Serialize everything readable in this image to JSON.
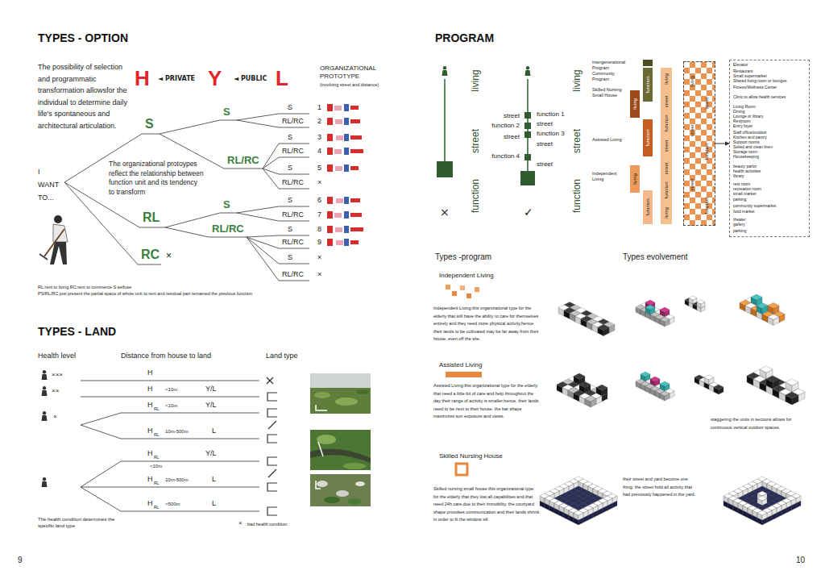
{
  "diagram": {
    "nodes": [
      {
        "text": [
          "function"
        ]
      },
      {
        "text": [
          "living"
        ]
      },
      {
        "text": [
          "function"
        ]
      },
      {
        "text": [
          "living"
        ]
      },
      {
        "text": [
          "function"
        ]
      },
      {
        "text": [
          "living",
          "street",
          "function",
          "street",
          "street",
          "function",
          "living"
        ]
      },
      {
        "text": [
          "living",
          "street",
          "street",
          "function",
          "street",
          "function"
        ]
      },
      {
        "text": [
          "Elevator",
          "Restaurant",
          "Small supermarket",
          "Shared living room or lounges",
          "Fitness/Wellness Center",
          "Clinic to allow health services",
          "Living Room",
          "Dining",
          "Lounge or library",
          "Restroom",
          "Entry foyer",
          "Staff office/outdoor",
          "Kitchen and pantry",
          "Support rooms",
          "Soiled and clean linen",
          "Storage room",
          "Housekeeping",
          "beauty parlor",
          "health activities",
          "library",
          "rest room",
          "recreation room",
          "small market",
          "parking",
          "community supermarket",
          "food market",
          "theater",
          "gallery",
          "parking"
        ]
      }
    ],
    "edges": [
      {
        "from": 6,
        "to": 7,
        "arrow": "to"
      }
    ],
    "labels": [
      "TYPES - OPTION",
      "The possibility of selection and programmatic transformation allowsfor the individual to determine daily life's spontaneous and architectural articulation.",
      "H",
      "◄ PRIVATE",
      "Y",
      "◄ PUBLIC",
      "L",
      "ORGANIZATIONAL PROTOTYPE",
      "(involving street and distance)",
      "I WANT TO...",
      "S",
      "The organizational protoypes reflect the relationship between function unit and its tendency to transform",
      "RL",
      "RC",
      "×",
      "S",
      "RL/RC",
      "S",
      "RL/RC",
      "S",
      "1",
      "RL/RC",
      "2",
      "S",
      "3",
      "RL/RC",
      "4",
      "S",
      "5",
      "RL/RC",
      "×",
      "S",
      "6",
      "RL/RC",
      "7",
      "S",
      "8",
      "RL/RC",
      "9",
      "S",
      "×",
      "RL/RC",
      "×",
      "RL:rent to living RC:rent to commerce S:selfuse",
      "PS/RL/RC just present the partial space of whole unit to rent and residual part remained the previous function",
      "TYPES - LAND",
      "Health level",
      "Distance from house to land",
      "Land type",
      "×××",
      "××",
      "×",
      "H",
      "H",
      "<10m",
      "Y/L",
      "H",
      "RL",
      "<10m",
      "Y/L",
      "H",
      "RL",
      "10m-500m",
      "L",
      "H",
      "RL",
      "<10m",
      "Y/L",
      "H",
      "RL",
      "10m-500m",
      "L",
      "H",
      "RL",
      ">500m",
      "L",
      "The health condition determines the specific land type",
      "×",
      ": bad health condition",
      "9",
      "10",
      "PROGRAM",
      "living",
      "street",
      "function",
      "×",
      "living",
      "street",
      "function 1",
      "function 2",
      "street",
      "street",
      "function 3",
      "street",
      "function 4",
      "street",
      "street",
      "function",
      "✓",
      "Intergenerational Program",
      "Community Program",
      "Skilled Nursing Small House",
      "Assisted Living",
      "Independent Living",
      "Types -program",
      "Types evolvement",
      "Independent Living",
      "Independent Living:this organizational type for the elderly that still have the ability to care for themselves entirely and they need more physical activity,hence their lands to be cultivated may be far away from their house, even off the site.",
      "Assisted Living",
      "Assisted Living:this organizational type for the elderly that need a little bit of care and help throughout the day;their range of activity is smaller,hence, their lands need to be next to their house. the bar shape maximizes sun exposure and views.",
      "Skilled Nursing House",
      "Skilled nursing small house:this organizational type for the elderly that they lost all capabilities and that need 24h care,due to their immobility. the courtyard shape provokes communication and their lands shrink in order to fit the window sill.",
      "staggering the units in sections allows for continuous vertical outdoor spaces.",
      "their street and yard become one thing. the street hold all activity that had previously happened in the yard."
    ]
  }
}
